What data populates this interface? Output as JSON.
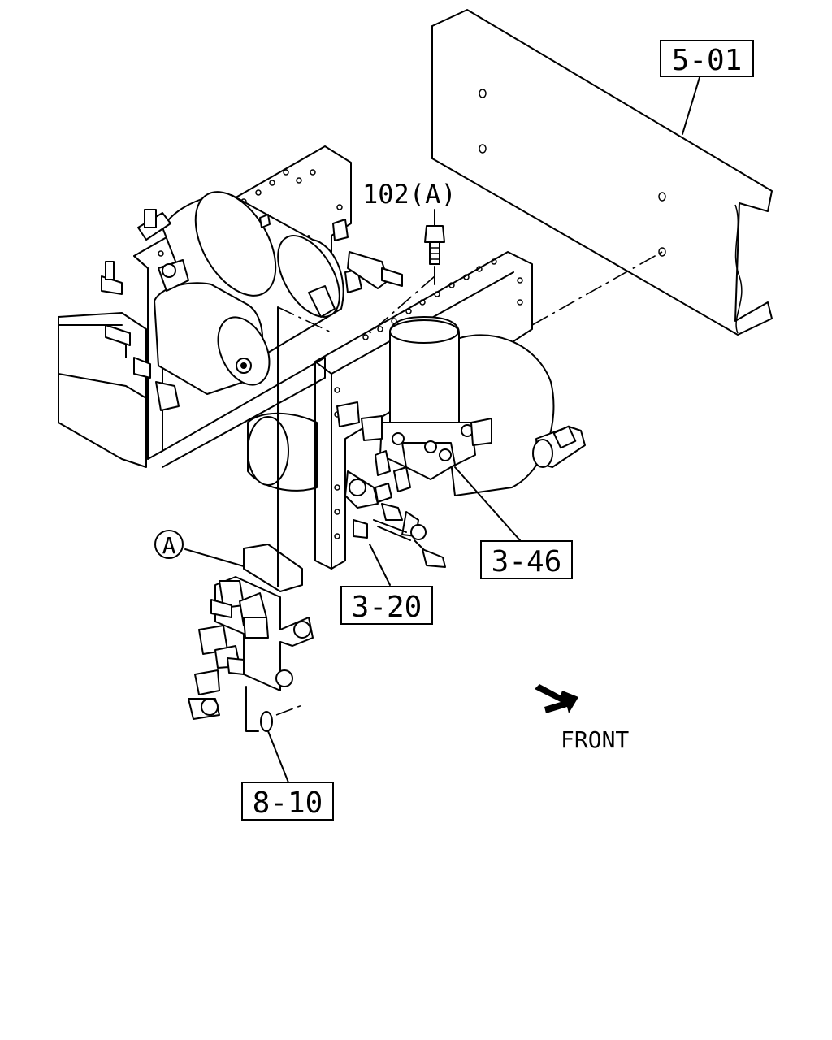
{
  "callouts": {
    "ref_5_01": "5-01",
    "ref_3_46": "3-46",
    "ref_3_20": "3-20",
    "ref_8_10": "8-10",
    "part_102a": "102(A)",
    "view_a": "A"
  },
  "orientation": {
    "front_label": "FRONT"
  }
}
